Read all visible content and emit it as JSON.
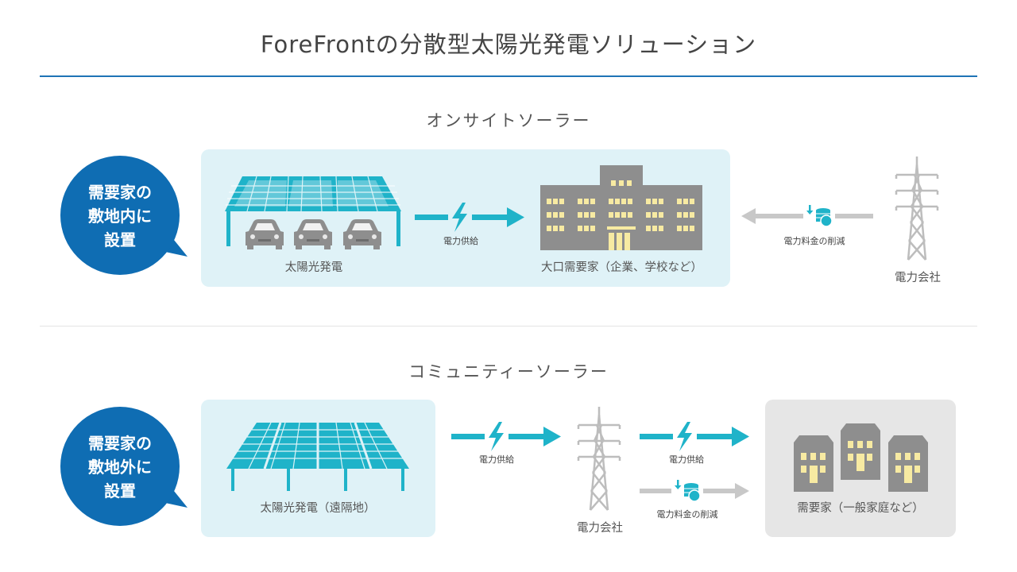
{
  "header": {
    "title": "ForeFrontの分散型太陽光発電ソリューション"
  },
  "onsite": {
    "section_title": "オンサイトソーラー",
    "bubble": [
      "需要家の",
      "敷地内に",
      "設置"
    ],
    "solar_label": "太陽光発電",
    "supply_label": "電力供給",
    "consumer_label": "大口需要家（企業、学校など）",
    "reduction_label": "電力料金の削減",
    "utility_label": "電力会社"
  },
  "community": {
    "section_title": "コミュニティーソーラー",
    "bubble": [
      "需要家の",
      "敷地外に",
      "設置"
    ],
    "solar_label": "太陽光発電（遠隔地）",
    "supply_label_1": "電力供給",
    "utility_label": "電力会社",
    "supply_label_2": "電力供給",
    "reduction_label": "電力料金の削減",
    "consumer_label": "需要家（一般家庭など）"
  },
  "colors": {
    "brand_blue": "#0f6db3",
    "rule_blue": "#1e74b6",
    "arrow_teal": "#1fb3c9",
    "panel_blue": "#dff2f7",
    "panel_gray": "#e6e6e6",
    "building_gray": "#8e8e8e",
    "window_yellow": "#f7eaa2",
    "tower_gray": "#bdbdbd"
  },
  "icons": [
    "solar-carport-icon",
    "car-icon",
    "lightning-icon",
    "school-building-icon",
    "coin-stack-icon",
    "power-tower-icon",
    "house-icon",
    "speech-bubble-icon"
  ]
}
